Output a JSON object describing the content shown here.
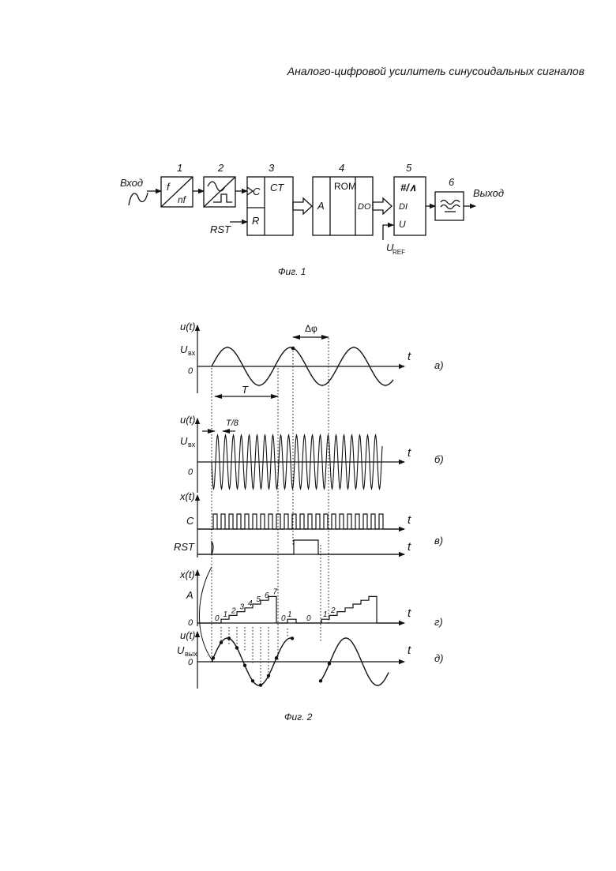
{
  "header": {
    "title": "Аналого-цифровой усилитель синусоидальных сигналов"
  },
  "fig1": {
    "caption": "Фиг. 1",
    "input_label": "Вход",
    "output_label": "Выход",
    "rst_label": "RST",
    "uref_main": "U",
    "uref_sub": "REF",
    "blocks": [
      {
        "number": "1",
        "top": "f",
        "bottom": "nf"
      },
      {
        "number": "2"
      },
      {
        "number": "3",
        "port_c": "C",
        "port_r": "R",
        "title": "CT"
      },
      {
        "number": "4",
        "port_a": "A",
        "title": "ROM",
        "port_do": "DO"
      },
      {
        "number": "5",
        "title": "#/∧",
        "port_di": "DI",
        "port_u": "U"
      },
      {
        "number": "6"
      }
    ]
  },
  "fig2": {
    "caption": "Фиг. 2",
    "t_label": "t",
    "zero": "0",
    "panel_a": {
      "tag": "а)",
      "ylabel": "u(t)",
      "level": "U",
      "level_sub": "вх",
      "period": "T",
      "phase": "Δφ"
    },
    "panel_b": {
      "tag": "б)",
      "ylabel": "u(t)",
      "level": "U",
      "level_sub": "вх",
      "period8": "T/8"
    },
    "panel_v": {
      "tag": "в)",
      "ylabel": "x(t)",
      "clock": "C",
      "reset": "RST"
    },
    "panel_g": {
      "tag": "г)",
      "ylabel": "x(t)",
      "level": "A",
      "steps": [
        "0",
        "1",
        "2",
        "3",
        "4",
        "5",
        "6",
        "7"
      ],
      "steps_after_reset": [
        "0",
        "1"
      ],
      "steps_next": [
        "0",
        "1",
        "2"
      ]
    },
    "panel_d": {
      "tag": "д)",
      "ylabel": "u(t)",
      "level": "U",
      "level_sub": "вых"
    }
  }
}
